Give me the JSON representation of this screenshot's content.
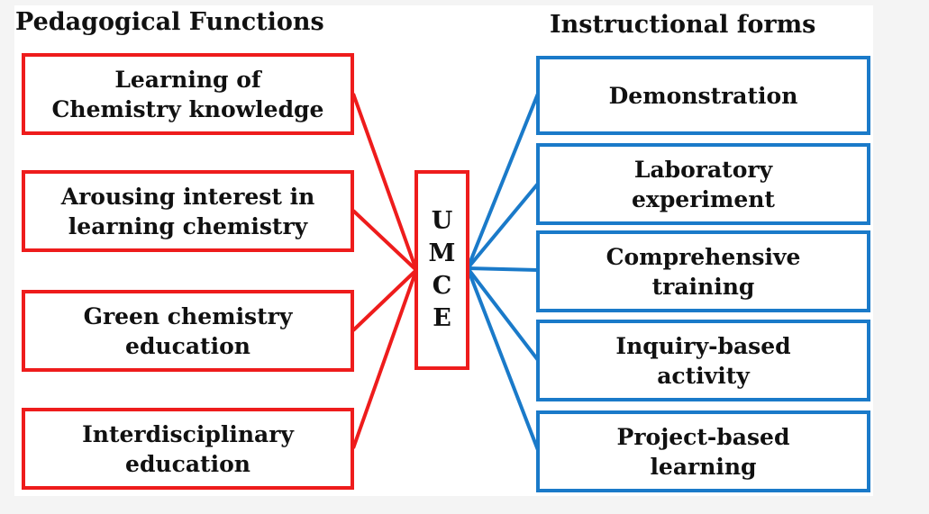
{
  "left_heading": "Pedagogical Functions",
  "right_heading": "Instructional forms",
  "center_letters": [
    "U",
    "M",
    "C",
    "E"
  ],
  "pedagogical_functions": [
    "Learning of\nChemistry knowledge",
    "Arousing interest in\nlearning chemistry",
    "Green chemistry\neducation",
    "Interdisciplinary\neducation"
  ],
  "instructional_forms": [
    "Demonstration",
    "Laboratory\nexperiment",
    "Comprehensive\ntraining",
    "Inquiry-based\nactivity",
    "Project-based\nlearning"
  ],
  "colors": {
    "pedagogical": "#ee1c1c",
    "instructional": "#1a7ac9"
  }
}
